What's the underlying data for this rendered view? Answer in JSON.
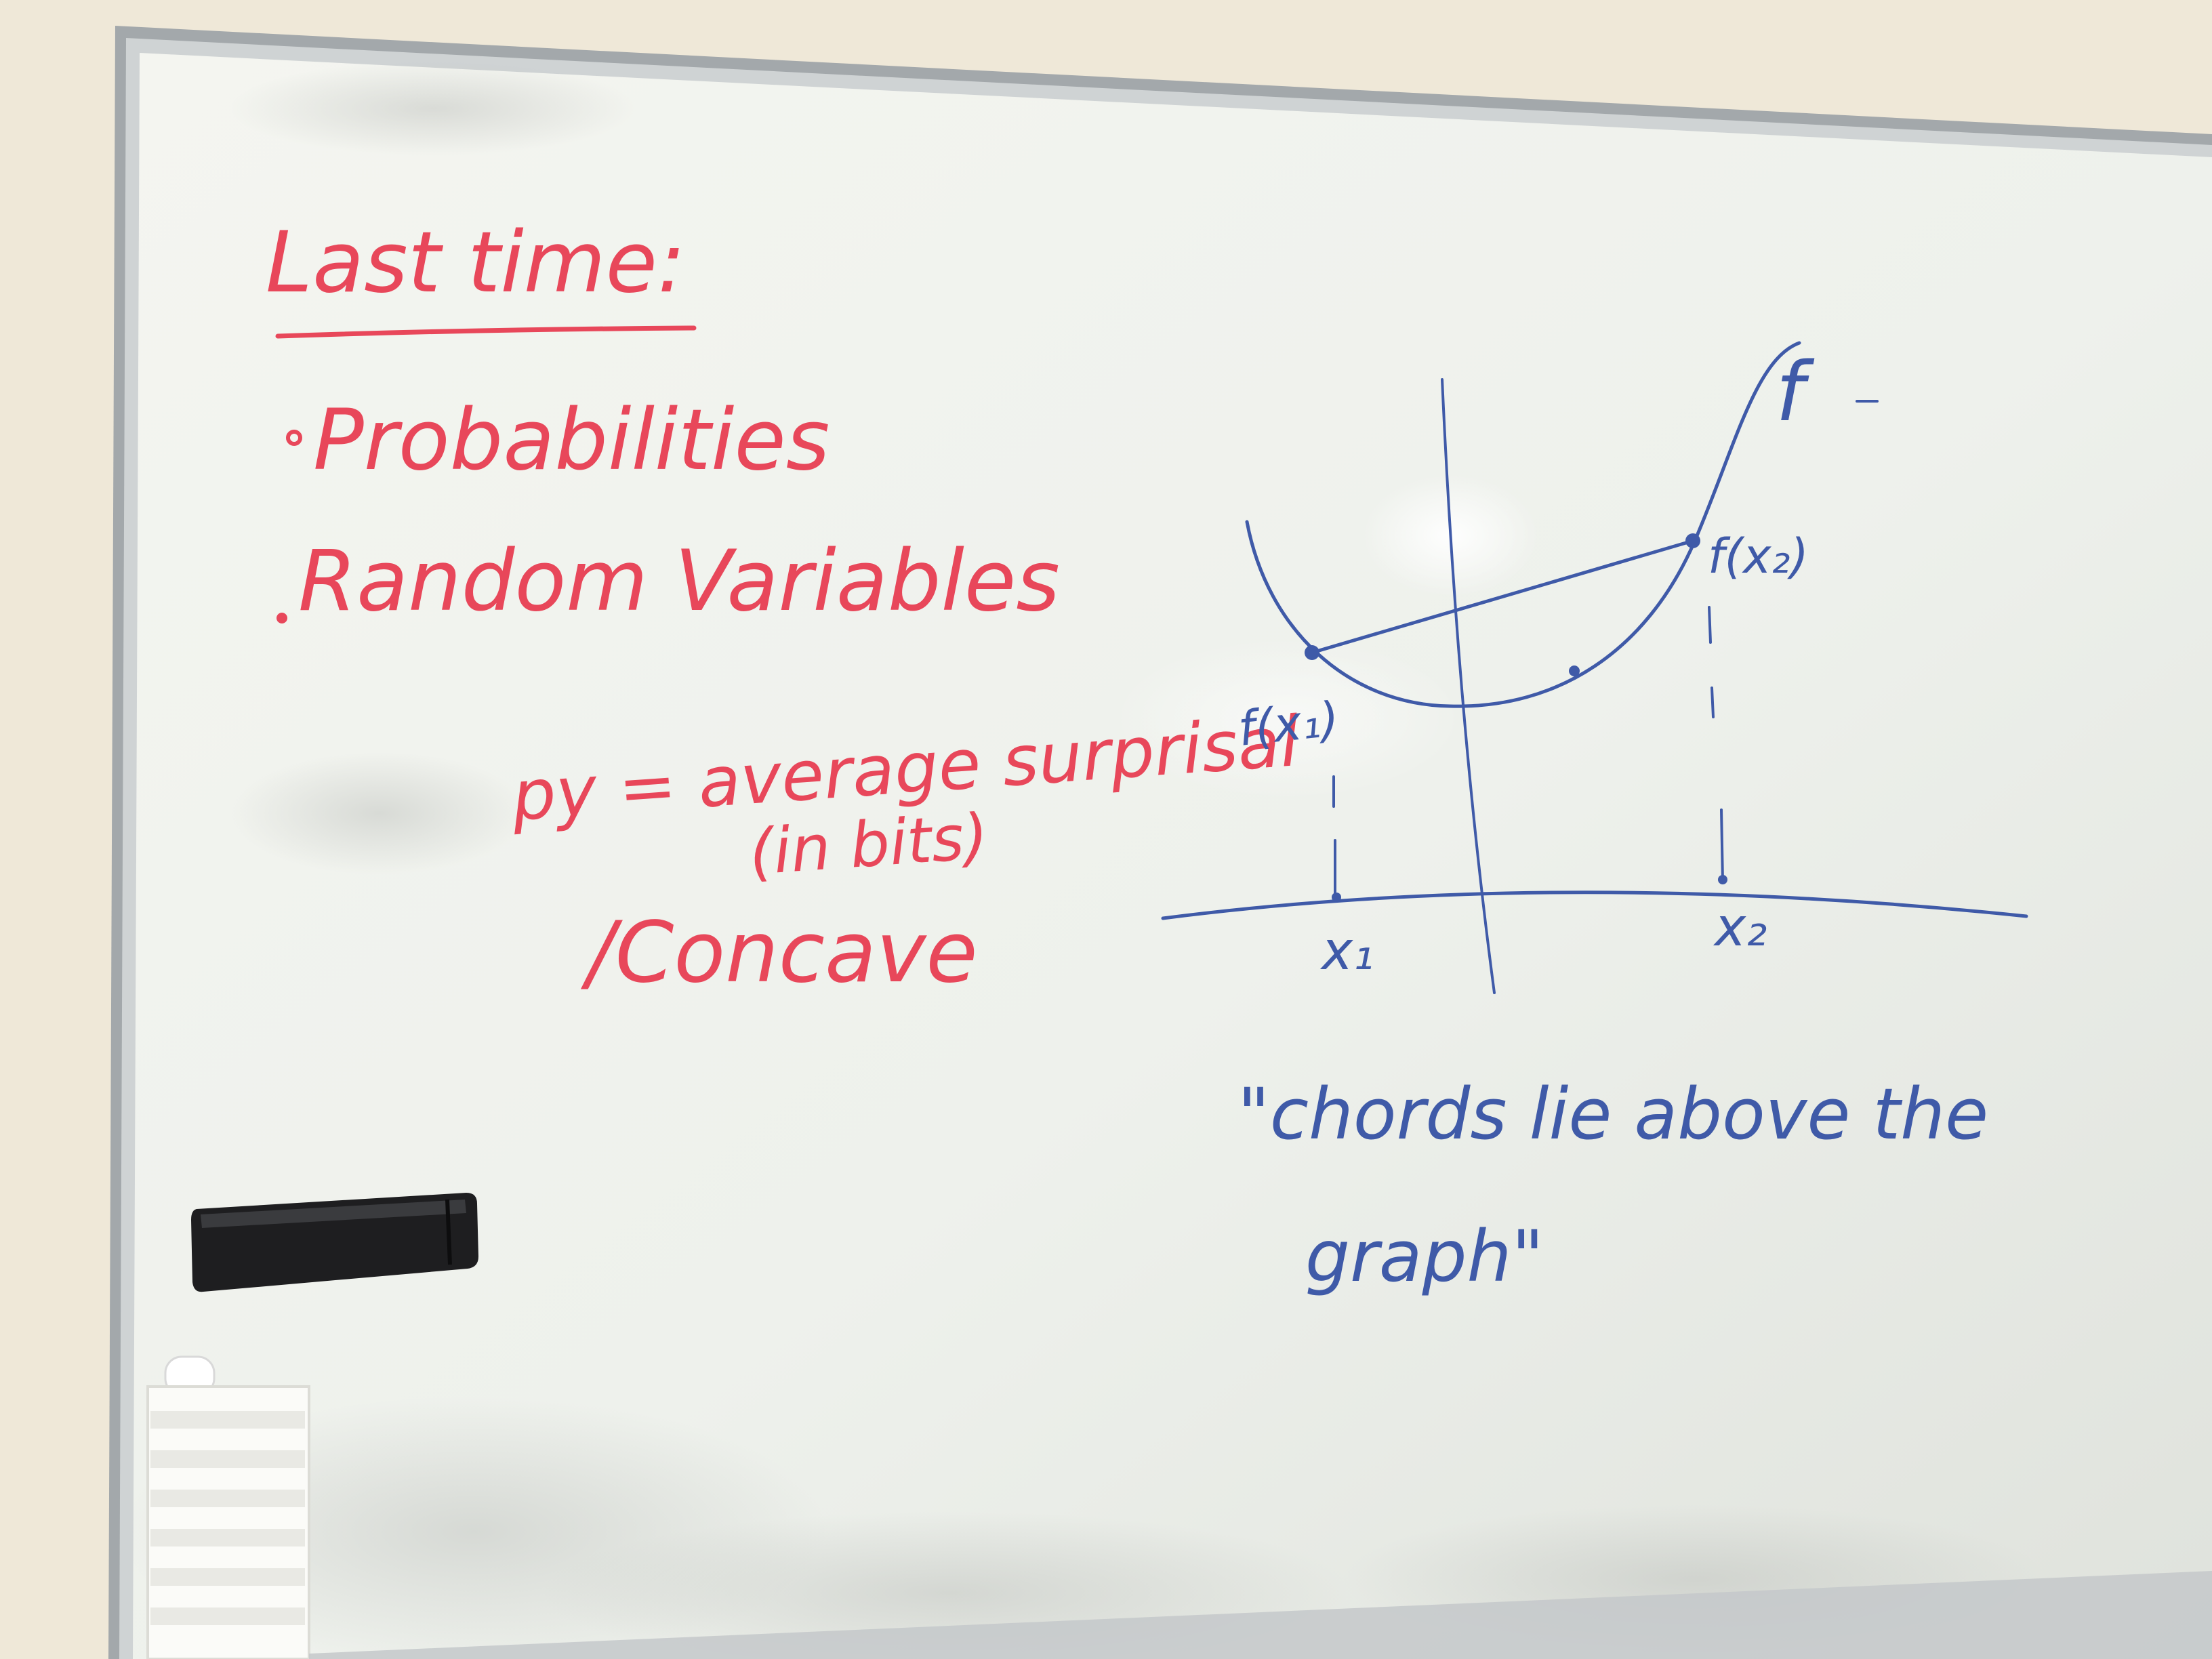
{
  "colors": {
    "wall": "#efe8d8",
    "board_surface": "#f1f3ee",
    "frame": "#9ea3a6",
    "red_marker": "#e8475a",
    "blue_marker": "#3f5aa8",
    "eraser": "#1e1e20"
  },
  "red_notes": {
    "heading": "Last time:",
    "bullet_1": "Probabilities",
    "bullet_2": "Random Variables",
    "formula": "py = average surprisal",
    "formula_note": "(in bits)",
    "concave": "/Concave"
  },
  "blue_diagram": {
    "function_label": "f",
    "point_label_1": "f(x₁)",
    "point_label_2": "f(x₂)",
    "x_label_1": "x₁",
    "x_label_2": "x₂"
  },
  "blue_quote": {
    "line_1": "\"chords lie above the",
    "line_2": "graph\""
  }
}
